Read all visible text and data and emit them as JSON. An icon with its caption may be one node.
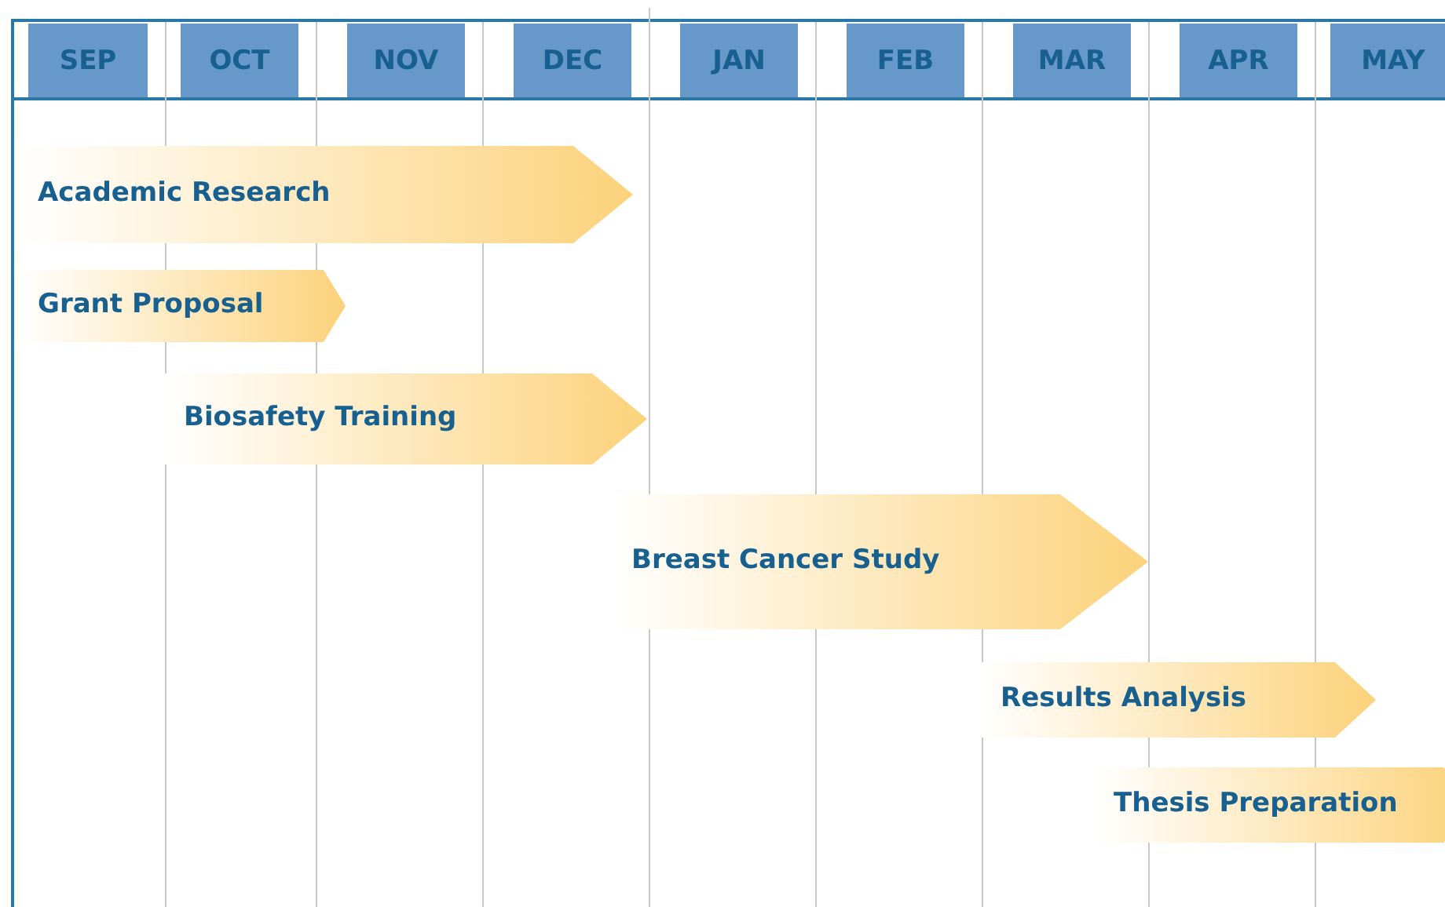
{
  "diagram": {
    "nodes": [
      {
        "text": [
          "SEP"
        ]
      },
      {
        "text": [
          "OCT"
        ]
      },
      {
        "text": [
          "NOV"
        ]
      },
      {
        "text": [
          "DEC"
        ]
      },
      {
        "text": [
          "JAN"
        ]
      },
      {
        "text": [
          "FEB"
        ]
      },
      {
        "text": [
          "MAR"
        ]
      },
      {
        "text": [
          "APR"
        ]
      },
      {
        "text": [
          "MAY"
        ]
      },
      {
        "text": [
          "Academic Research"
        ]
      },
      {
        "text": [
          "Grant Proposal"
        ]
      },
      {
        "text": [
          "Biosafety Training"
        ]
      },
      {
        "text": [
          "Breast Cancer Study"
        ]
      },
      {
        "text": [
          "Results Analysis"
        ]
      },
      {
        "text": [
          "Thesis Preparation"
        ]
      }
    ],
    "edges": []
  }
}
